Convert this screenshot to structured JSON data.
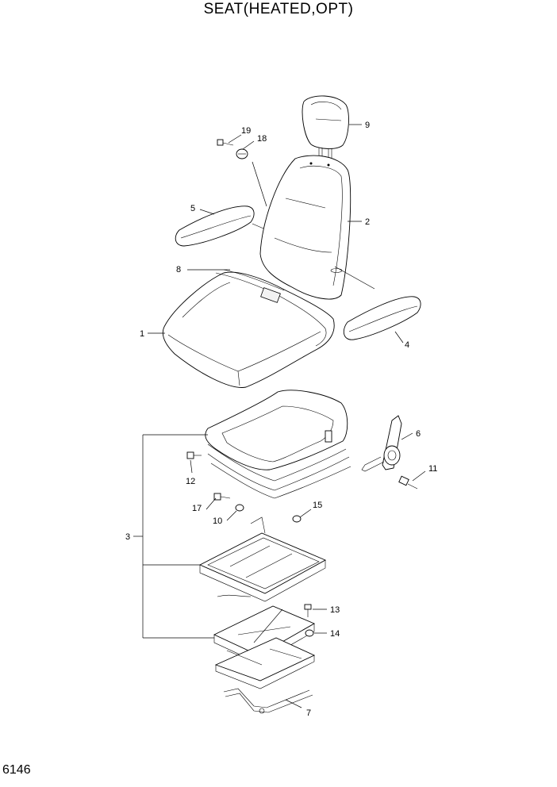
{
  "title": "SEAT(HEATED,OPT)",
  "page_number": "6146",
  "callouts": {
    "c1": "1",
    "c2": "2",
    "c3": "3",
    "c4": "4",
    "c5": "5",
    "c6": "6",
    "c7": "7",
    "c8": "8",
    "c9": "9",
    "c10": "10",
    "c11": "11",
    "c12": "12",
    "c13": "13",
    "c14": "14",
    "c15": "15",
    "c17": "17",
    "c18": "18",
    "c19": "19"
  }
}
